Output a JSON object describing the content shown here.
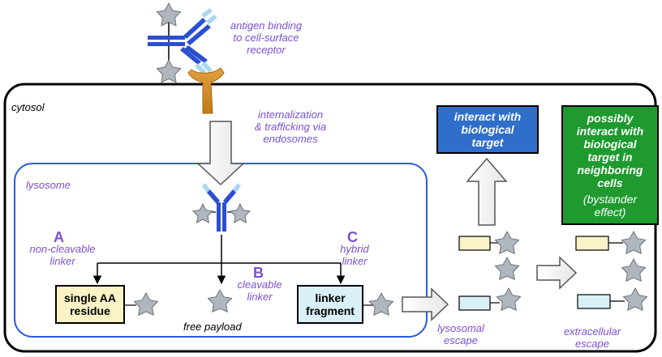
{
  "labels": {
    "antigen_binding": [
      "antigen binding",
      "to cell-surface",
      "receptor"
    ],
    "cytosol": "cytosol",
    "internalization": [
      "internalization",
      "& trafficking via",
      "endosomes"
    ],
    "lysosome": "lysosome",
    "path_a": {
      "letter": "A",
      "text": [
        "non-cleavable",
        "linker"
      ]
    },
    "path_b": {
      "letter": "B",
      "text": [
        "cleavable",
        "linker"
      ]
    },
    "path_c": {
      "letter": "C",
      "text": [
        "hybrid",
        "linker"
      ]
    },
    "free_payload": "free payload",
    "lysosomal_escape": [
      "lysosomal",
      "escape"
    ],
    "extracellular_escape": [
      "extracellular",
      "escape"
    ]
  },
  "boxes": {
    "single_aa": [
      "single AA",
      "residue"
    ],
    "linker_fragment": [
      "linker",
      "fragment"
    ],
    "interact_target": [
      "interact with",
      "biological",
      "target"
    ],
    "neighboring": {
      "title": [
        "possibly",
        "interact with",
        "biological",
        "target in",
        "neighboring",
        "cells"
      ],
      "note": [
        "(bystander",
        "effect)"
      ]
    }
  },
  "colors": {
    "label_purple": "#7b4fd6",
    "lysosome_border": "#2d5be3",
    "antibody_blue": "#2a4fd0",
    "antibody_light": "#a9d8f0",
    "receptor_orange": "#d48a1e",
    "star_gray": "#b0b6be",
    "single_aa_fill": "#f9f3c6",
    "linker_fragment_fill": "#d9f0f7",
    "target_box_blue": "#2f6fcb",
    "neighbor_box_green": "#1e9a2f"
  }
}
